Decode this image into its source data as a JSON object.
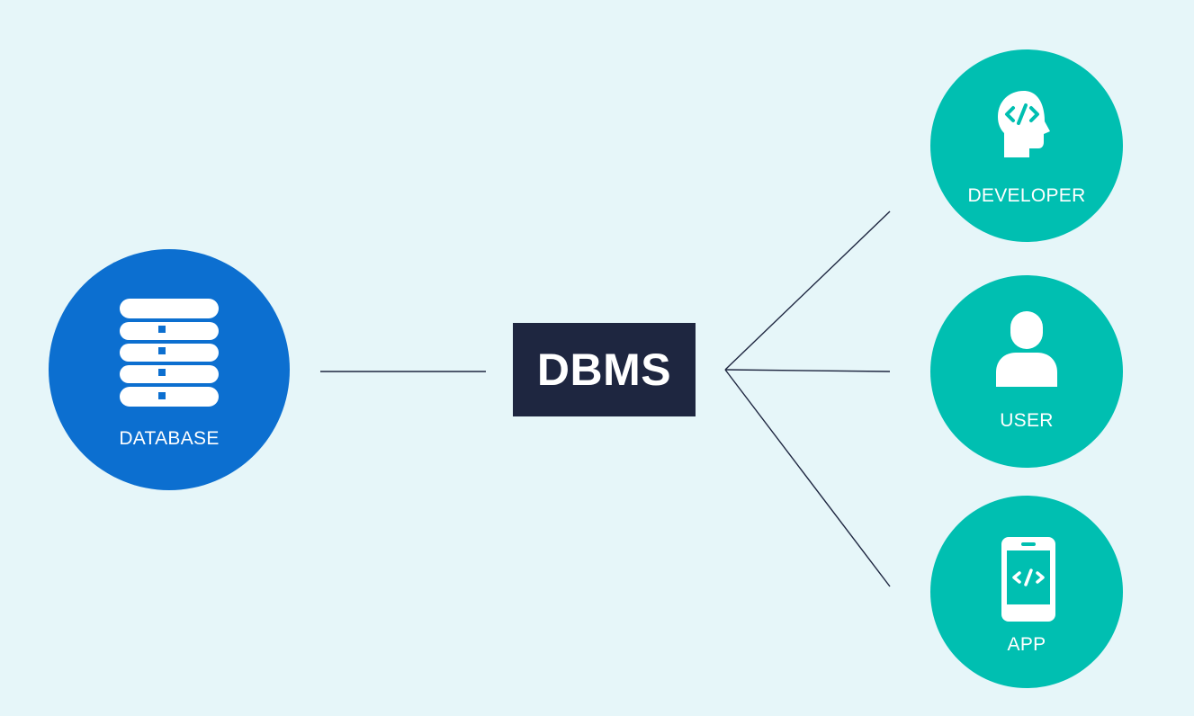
{
  "diagram": {
    "nodes": {
      "database": {
        "label": "DATABASE",
        "icon": "database-icon"
      },
      "dbms": {
        "label": "DBMS"
      },
      "developer": {
        "label": "DEVELOPER",
        "icon": "developer-head-code-icon"
      },
      "user": {
        "label": "USER",
        "icon": "user-icon"
      },
      "app": {
        "label": "APP",
        "icon": "mobile-app-code-icon"
      }
    },
    "edges": [
      {
        "from": "database",
        "to": "dbms"
      },
      {
        "from": "dbms",
        "to": "developer"
      },
      {
        "from": "dbms",
        "to": "user"
      },
      {
        "from": "dbms",
        "to": "app"
      }
    ]
  },
  "colors": {
    "background": "#e6f6f9",
    "database_fill": "#0c6fd0",
    "peer_fill": "#00bfb1",
    "dbms_fill": "#1e2640",
    "connector": "#1e2640",
    "icon": "#ffffff"
  }
}
